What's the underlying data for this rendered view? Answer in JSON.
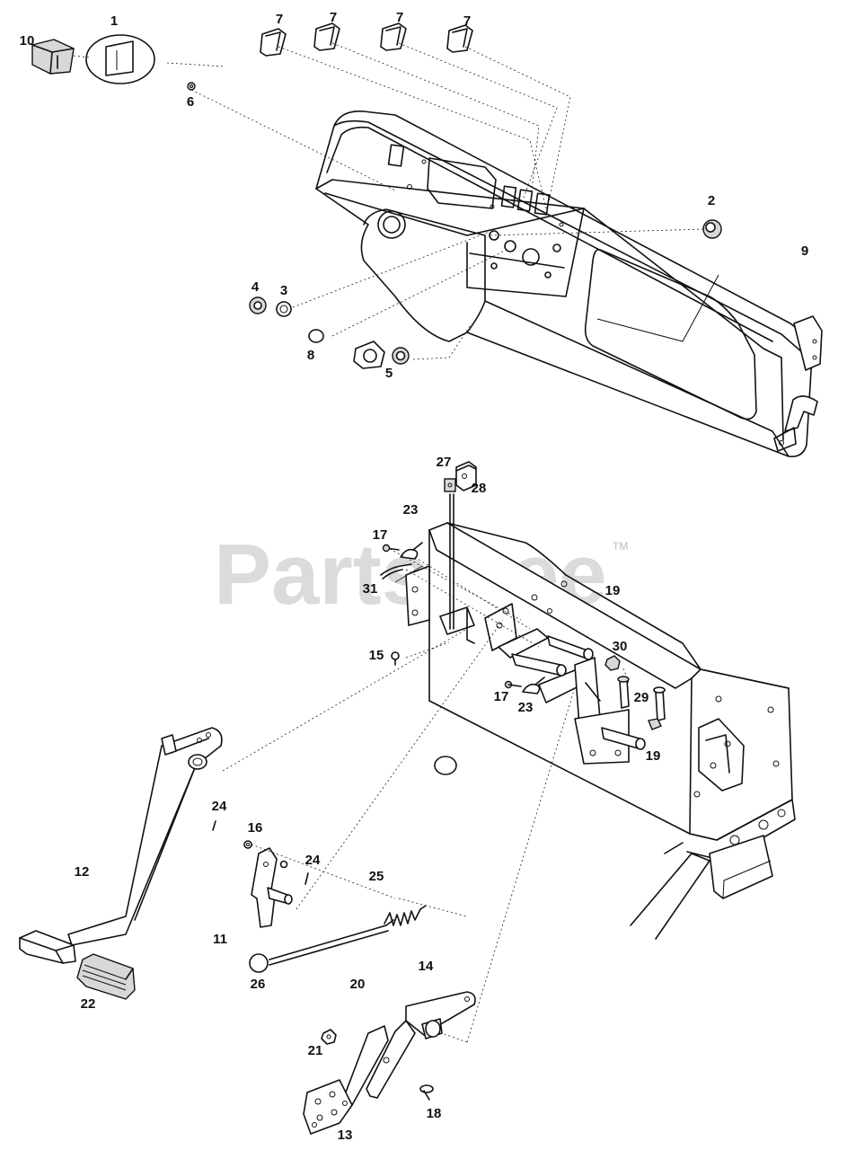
{
  "watermark": {
    "text": "PartsTree",
    "trademark": "TM"
  },
  "callouts": [
    {
      "id": "c1",
      "text": "1"
    },
    {
      "id": "c2",
      "text": "2"
    },
    {
      "id": "c3",
      "text": "3"
    },
    {
      "id": "c4",
      "text": "4"
    },
    {
      "id": "c5",
      "text": "5"
    },
    {
      "id": "c6",
      "text": "6"
    },
    {
      "id": "c7a",
      "text": "7"
    },
    {
      "id": "c7b",
      "text": "7"
    },
    {
      "id": "c7c",
      "text": "7"
    },
    {
      "id": "c7d",
      "text": "7"
    },
    {
      "id": "c8",
      "text": "8"
    },
    {
      "id": "c9",
      "text": "9"
    },
    {
      "id": "c10",
      "text": "10"
    },
    {
      "id": "c11",
      "text": "11"
    },
    {
      "id": "c12",
      "text": "12"
    },
    {
      "id": "c13",
      "text": "13"
    },
    {
      "id": "c14",
      "text": "14"
    },
    {
      "id": "c15",
      "text": "15"
    },
    {
      "id": "c16",
      "text": "16"
    },
    {
      "id": "c17a",
      "text": "17"
    },
    {
      "id": "c17b",
      "text": "17"
    },
    {
      "id": "c18",
      "text": "18"
    },
    {
      "id": "c19a",
      "text": "19"
    },
    {
      "id": "c19b",
      "text": "19"
    },
    {
      "id": "c20",
      "text": "20"
    },
    {
      "id": "c21",
      "text": "21"
    },
    {
      "id": "c22",
      "text": "22"
    },
    {
      "id": "c23a",
      "text": "23"
    },
    {
      "id": "c23b",
      "text": "23"
    },
    {
      "id": "c24a",
      "text": "24"
    },
    {
      "id": "c24b",
      "text": "24"
    },
    {
      "id": "c25",
      "text": "25"
    },
    {
      "id": "c26",
      "text": "26"
    },
    {
      "id": "c27",
      "text": "27"
    },
    {
      "id": "c28",
      "text": "28"
    },
    {
      "id": "c29",
      "text": "29"
    },
    {
      "id": "c30",
      "text": "30"
    },
    {
      "id": "c31",
      "text": "31"
    }
  ]
}
